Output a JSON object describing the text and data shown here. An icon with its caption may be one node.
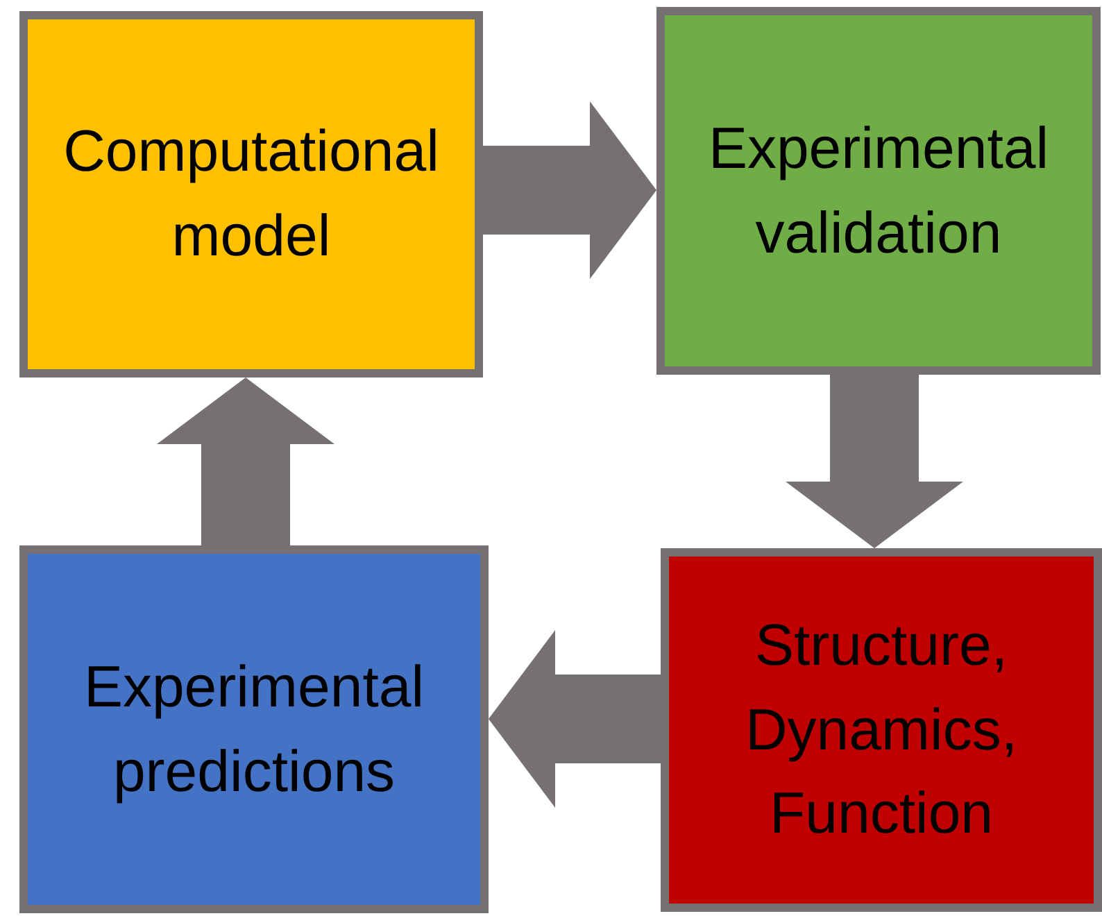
{
  "diagram": {
    "nodes": [
      {
        "text": [
          "Computational model"
        ]
      },
      {
        "text": [
          "Experimental validation"
        ]
      },
      {
        "text": [
          "Structure, Dynamics, Function"
        ]
      },
      {
        "text": [
          "Experimental predictions"
        ]
      }
    ],
    "edges": [
      {
        "from": 0,
        "to": 1,
        "arrow": "to",
        "style": "thick"
      },
      {
        "from": 1,
        "to": 2,
        "arrow": "to",
        "style": "thick"
      },
      {
        "from": 2,
        "to": 3,
        "arrow": "to",
        "style": "thick"
      },
      {
        "from": 3,
        "to": 0,
        "arrow": "to",
        "style": "thick"
      }
    ]
  }
}
